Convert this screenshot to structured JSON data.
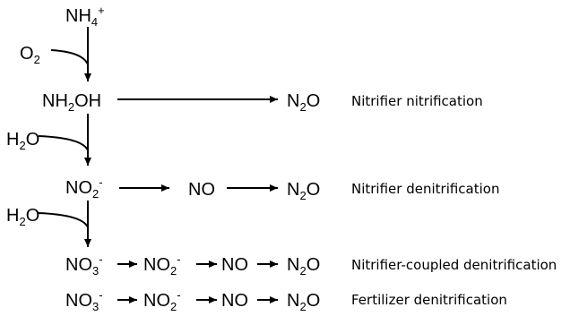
{
  "species": {
    "ammonium": {
      "base": "NH",
      "sub": "4",
      "sup": "+"
    },
    "oxygen": {
      "base": "O",
      "sub": "2"
    },
    "hydroxylamine": {
      "pre": "NH",
      "sub": "2",
      "post": "OH"
    },
    "water_1": {
      "pre": "H",
      "sub": "2",
      "post": "O"
    },
    "water_2": {
      "pre": "H",
      "sub": "2",
      "post": "O"
    },
    "nitrite": {
      "pre": "NO",
      "sub": "2",
      "sup": "-"
    },
    "nitric_oxide": "NO",
    "nitrous_oxide": {
      "pre": "N",
      "sub": "2",
      "post": "O"
    },
    "nitrate": {
      "pre": "NO",
      "sub": "3",
      "sup": "-"
    }
  },
  "pathways": [
    {
      "label": "Nitrifier nitrification"
    },
    {
      "label": "Nitrifier denitrification"
    },
    {
      "label": "Nitrifier-coupled denitrification"
    },
    {
      "label": "Fertilizer denitrification"
    }
  ]
}
